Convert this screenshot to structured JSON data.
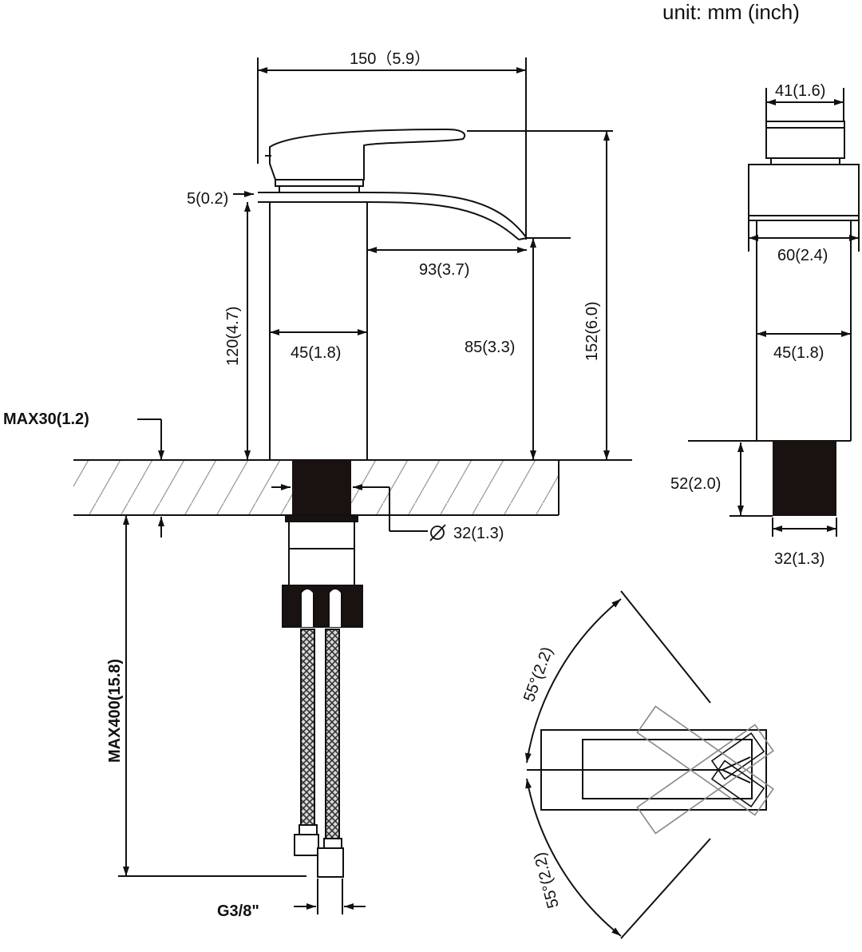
{
  "unit_label": "unit: mm (inch)",
  "dimensions": {
    "overall_width": "150（5.9）",
    "offset": "5(0.2)",
    "spout_reach": "93(3.7)",
    "body_height": "120(4.7)",
    "body_width": "45(1.8)",
    "spout_height": "85(3.3)",
    "total_height": "152(6.0)",
    "deck_thickness": "MAX30(1.2)",
    "hole_diameter": "32(1.3)",
    "hose_length": "MAX400(15.8)",
    "thread": "G3/8\"",
    "side_top_width": "41(1.6)",
    "side_base_width": "60(2.4)",
    "side_body_width": "45(1.8)",
    "side_shank_height": "52(2.0)",
    "side_shank_width": "32(1.3)",
    "rotation_upper": "55°(2.2)",
    "rotation_lower": "55°(2.2)"
  },
  "colors": {
    "line": "#111111",
    "hatch": "#9a9a9a",
    "fill_dark": "#1a1111"
  }
}
